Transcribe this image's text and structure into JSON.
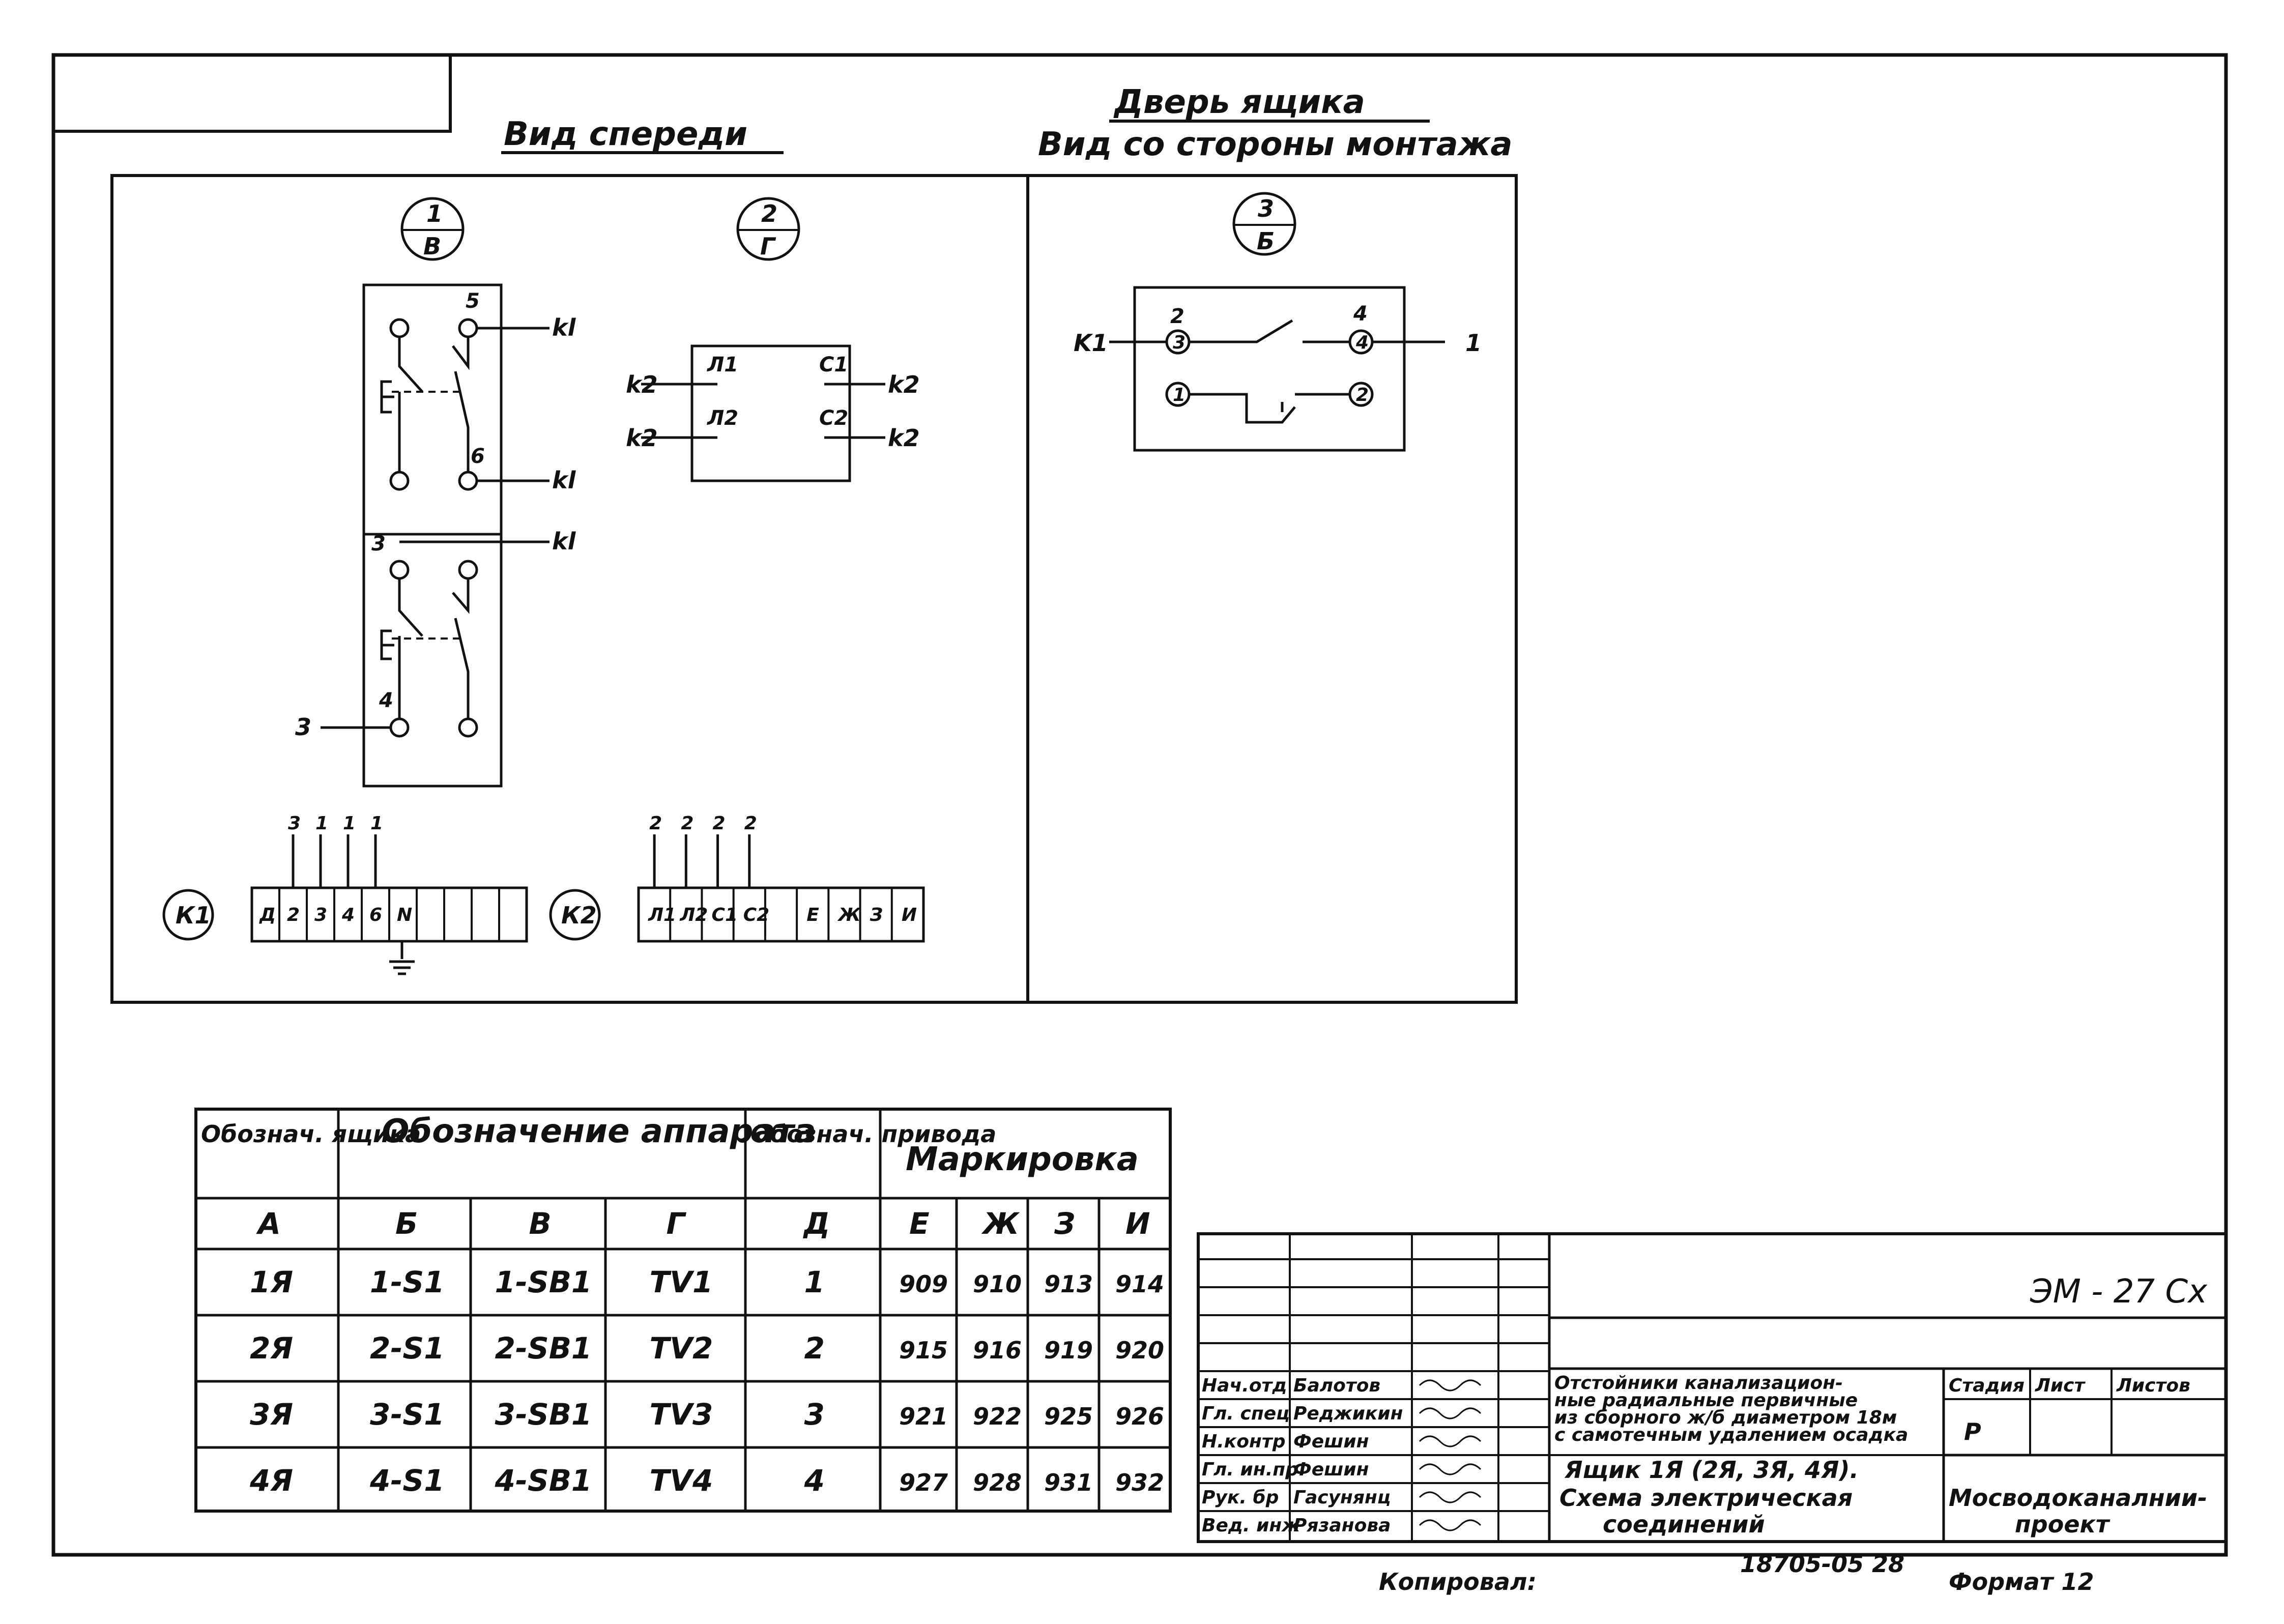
{
  "headings": {
    "front_view": "Вид спереди",
    "door_title": "Дверь ящика",
    "door_subtitle": "Вид со стороны монтажа"
  },
  "bubbles": [
    {
      "top": "1",
      "bottom": "В"
    },
    {
      "top": "2",
      "bottom": "Г"
    },
    {
      "top": "3",
      "bottom": "Б"
    }
  ],
  "switch_a": {
    "tl": "5",
    "ml": "6",
    "wires": [
      "kl",
      "kl"
    ]
  },
  "switch_b": {
    "tl": "3",
    "ml": "4",
    "wires": [
      "kl",
      "3"
    ]
  },
  "transformer": {
    "terms": [
      "Л1",
      "Л2",
      "С1",
      "С2"
    ],
    "wires": [
      "k2",
      "k2",
      "k2",
      "k2"
    ]
  },
  "door_diagram": {
    "t1": "2",
    "t2": "4",
    "c1": "3",
    "c2": "4",
    "c3": "1",
    "c4": "2",
    "left": "K1",
    "right": "1"
  },
  "terminal_blocks": [
    {
      "label": "К1",
      "cells": [
        "Д",
        "2",
        "3",
        "4",
        "6",
        "N",
        "",
        "",
        "",
        ""
      ],
      "wires": [
        "3",
        "1",
        "1",
        "1"
      ]
    },
    {
      "label": "К2",
      "cells": [
        "Л1",
        "Л2",
        "С1",
        "С2",
        "",
        "Е",
        "Ж",
        "З",
        "И"
      ],
      "wires": [
        "2",
        "2",
        "2",
        "2"
      ]
    }
  ],
  "table": {
    "headers": {
      "box": "Обознач. ящика",
      "apparatus": "Обозначение аппарата",
      "drive": "Обознач. привода",
      "marking": "Маркировка"
    },
    "letters": [
      "А",
      "Б",
      "В",
      "Г",
      "Д",
      "Е",
      "Ж",
      "З",
      "И"
    ],
    "rows": [
      [
        "1Я",
        "1-S1",
        "1-SB1",
        "TV1",
        "1",
        "909",
        "910",
        "913",
        "914"
      ],
      [
        "2Я",
        "2-S1",
        "2-SB1",
        "TV2",
        "2",
        "915",
        "916",
        "919",
        "920"
      ],
      [
        "3Я",
        "3-S1",
        "3-SB1",
        "TV3",
        "3",
        "921",
        "922",
        "925",
        "926"
      ],
      [
        "4Я",
        "4-S1",
        "4-SB1",
        "TV4",
        "4",
        "927",
        "928",
        "931",
        "932"
      ]
    ]
  },
  "title_block": {
    "code": "ЭМ - 27 Сх",
    "roles": [
      "Нач.отд",
      "Гл. спец",
      "Н.контр",
      "Гл. ин.пр",
      "Рук. бр",
      "Вед. инж"
    ],
    "names": [
      "Балотов",
      "Реджикин",
      "Фешин",
      "Фешин",
      "Гасунянц",
      "Рязанова"
    ],
    "project_lines": [
      "Отстойники канализацион-",
      "ные радиальные первичные",
      "из сборного ж/б диаметром 18м",
      "с самотечным удалением осадка"
    ],
    "sheet_lines": [
      "Ящик 1Я (2Я, 3Я, 4Я).",
      "Схема электрическая",
      "соединений"
    ],
    "stage_header": "Стадия",
    "sheet_header": "Лист",
    "sheets_header": "Листов",
    "stage": "Р",
    "org_lines": [
      "Мосводоканалнии-",
      "проект"
    ],
    "footer_copied": "Копировал:",
    "footer_number": "18705-05 28",
    "footer_format": "Формат 12"
  }
}
